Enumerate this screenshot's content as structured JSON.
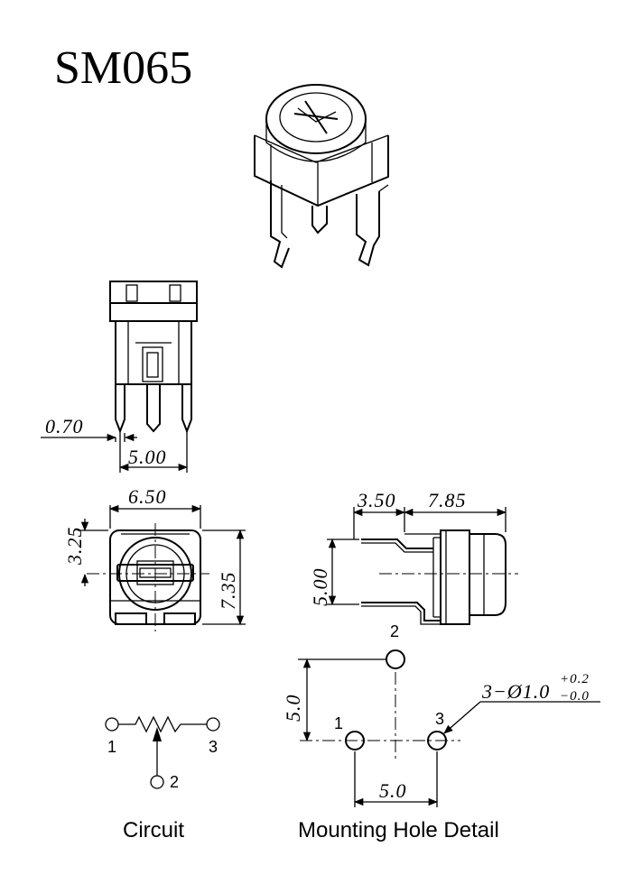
{
  "title": "SM065",
  "front_view": {
    "pin_width": "0.70",
    "pin_pitch": "5.00"
  },
  "top_view": {
    "width": "6.50",
    "offset": "3.25",
    "height": "7.35"
  },
  "side_view": {
    "lead_length": "3.50",
    "body_length": "7.85",
    "pin_span": "5.00"
  },
  "circuit": {
    "pin1": "1",
    "pin2": "2",
    "pin3": "3",
    "caption": "Circuit"
  },
  "mounting": {
    "pin1": "1",
    "pin2": "2",
    "pin3": "3",
    "vertical": "5.0",
    "horizontal": "5.0",
    "hole_spec": "3−Ø1.0",
    "tol_plus": "+0.2",
    "tol_minus": "−0.0",
    "caption": "Mounting Hole Detail"
  }
}
